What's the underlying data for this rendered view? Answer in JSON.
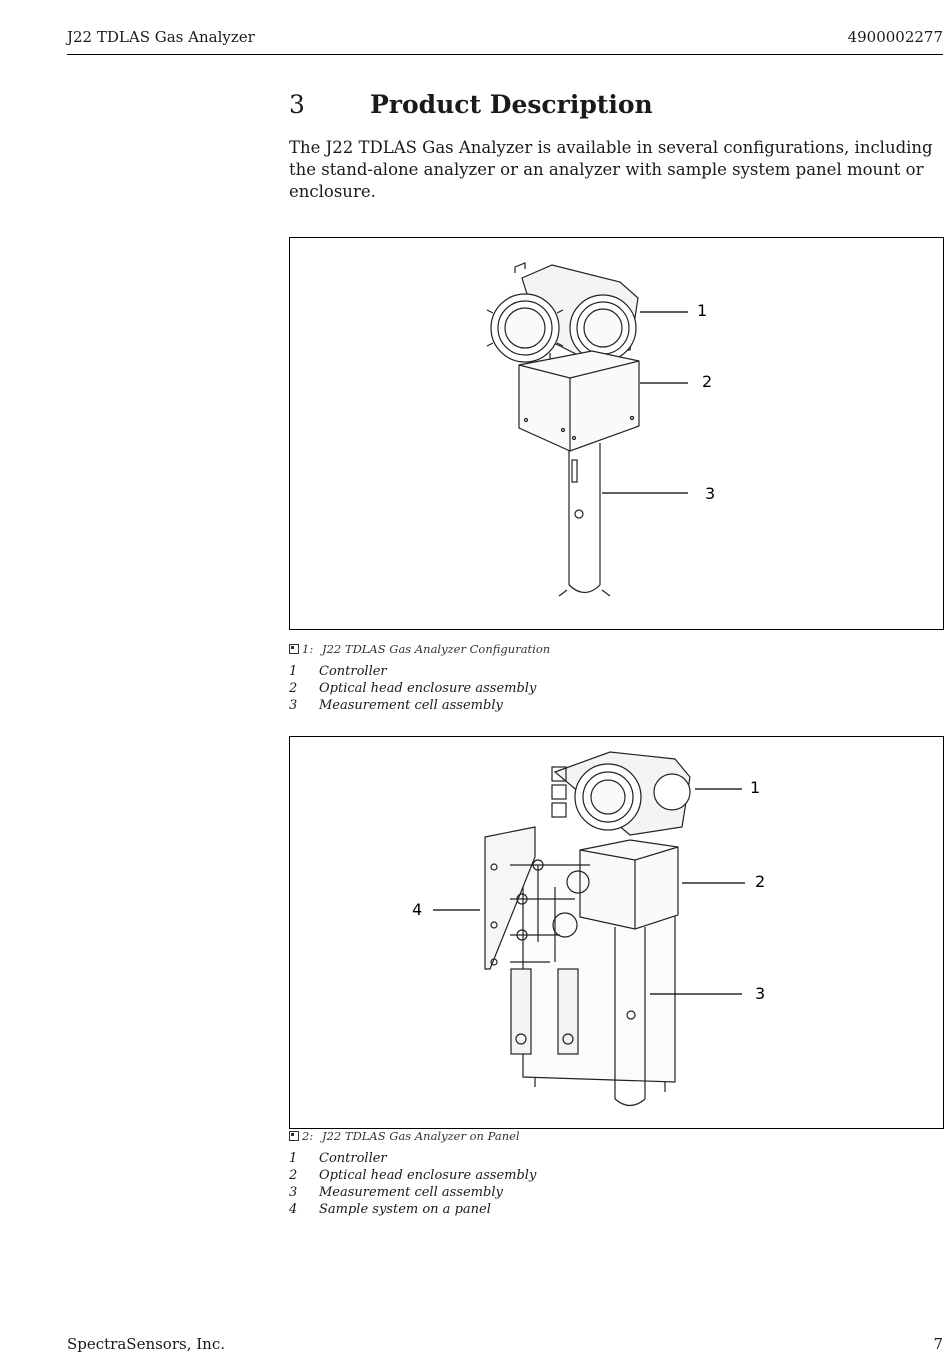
{
  "header": {
    "left": "J22 TDLAS Gas Analyzer",
    "right": "4900002277"
  },
  "section": {
    "number": "3",
    "title": "Product Description"
  },
  "intro": "The J22 TDLAS Gas Analyzer is available in several configurations, including the stand-alone analyzer or an analyzer with sample system panel mount or enclosure.",
  "figure1": {
    "caption_num": "1:",
    "caption": "J22 TDLAS Gas Analyzer Configuration",
    "callouts": [
      "1",
      "2",
      "3"
    ],
    "legend": [
      {
        "n": "1",
        "text": "Controller"
      },
      {
        "n": "2",
        "text": "Optical head enclosure assembly"
      },
      {
        "n": "3",
        "text": "Measurement cell assembly"
      }
    ]
  },
  "figure2": {
    "caption_num": "2:",
    "caption": "J22 TDLAS Gas Analyzer on Panel",
    "callouts": [
      "1",
      "2",
      "3",
      "4"
    ],
    "legend": [
      {
        "n": "1",
        "text": "Controller"
      },
      {
        "n": "2",
        "text": "Optical head enclosure assembly"
      },
      {
        "n": "3",
        "text": "Measurement cell assembly"
      },
      {
        "n": "4",
        "text": "Sample system on a panel"
      }
    ]
  },
  "footer": {
    "left": "SpectraSensors, Inc.",
    "right": "7"
  }
}
